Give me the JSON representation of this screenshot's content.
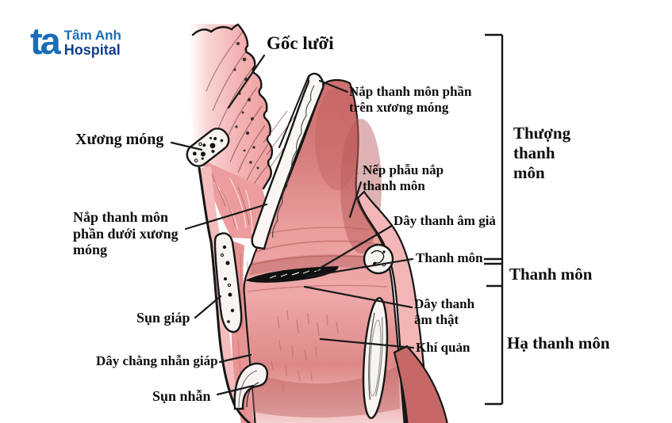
{
  "brand": {
    "monogram": "ta",
    "name": "Tâm Anh",
    "type": "Hospital",
    "blue": "#1b6cb8",
    "navy": "#123f8e"
  },
  "annotations": {
    "goc_luoi": "Gốc lưỡi",
    "nap_tren": "Nắp thanh môn phần\ntrên xương móng",
    "xuong_mong": "Xương móng",
    "nap_duoi": "Nắp thanh môn\nphần dưới xương\nmóng",
    "nep_phau": "Nếp phẫu nắp\nthanh môn",
    "day_gia": "Dây thanh âm giả",
    "thanh_mon": "Thanh môn",
    "day_that": "Dây thanh\nâm thật",
    "khi_quan": "Khí quản",
    "sun_giap": "Sụn giáp",
    "day_chang": "Dây chằng nhẫn giáp",
    "sun_nhan": "Sụn nhẫn"
  },
  "regions": {
    "thuong_thanh_mon": "Thượng\nthanh\nmôn",
    "thanh_mon": "Thanh môn",
    "ha_thanh_mon": "Hạ thanh môn"
  },
  "palette": {
    "tongue_pink": "#f3b3b3",
    "cavity_rose": "#d27474",
    "trachea_pink": "#efa6a6",
    "cartilage_white": "#f8f4ef",
    "outline_black": "#161616",
    "label_black": "#0d0d0d"
  }
}
